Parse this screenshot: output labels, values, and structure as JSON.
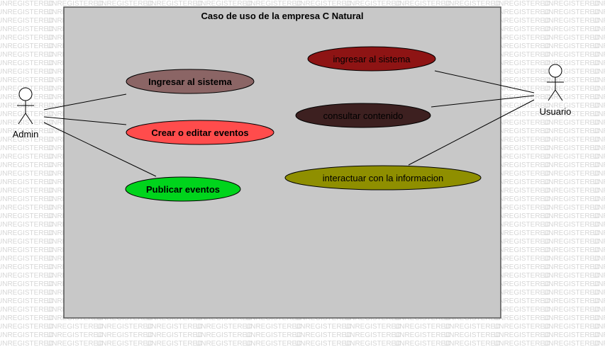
{
  "watermark_text": "UNREGISTERED",
  "diagram": {
    "title": "Caso de uso de la empresa C Natural",
    "actors": {
      "admin": {
        "label": "Admin"
      },
      "usuario": {
        "label": "Usuario"
      }
    },
    "use_cases": {
      "admin_ingresar": {
        "label": "Ingresar al sistema",
        "color": "#8b6565"
      },
      "admin_crear": {
        "label": "Crear o editar eventos",
        "color": "#ff4c4c"
      },
      "admin_publicar": {
        "label": "Publicar eventos",
        "color": "#00d41c"
      },
      "user_ingresar": {
        "label": "ingresar al sistema",
        "color": "#8e1414"
      },
      "user_consultar": {
        "label": "consultar contenido",
        "color": "#3d2020"
      },
      "user_interactuar": {
        "label": "interactuar con la informacion",
        "color": "#8f8f00"
      }
    },
    "boundary_color": "#c8c8c8"
  }
}
